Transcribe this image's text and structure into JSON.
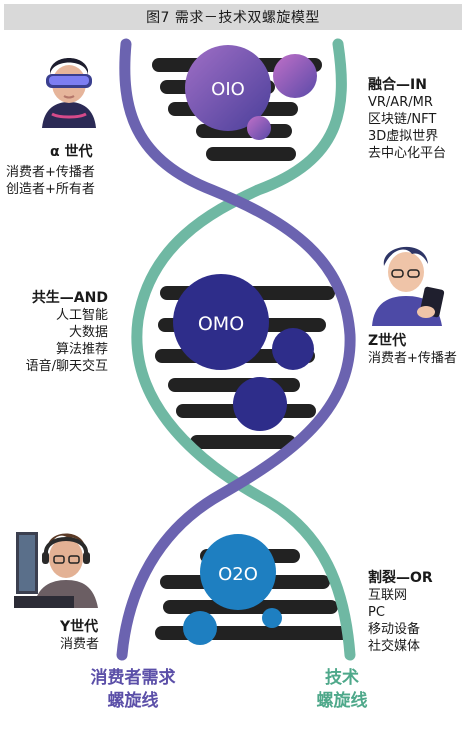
{
  "title": "图7 需求－技术双螺旋模型",
  "hubs": {
    "oio": "OIO",
    "omo": "OMO",
    "o2o": "O2O"
  },
  "alpha": {
    "heading": "α 世代",
    "lines": [
      "消费者+传播者",
      "创造者+所有者"
    ]
  },
  "fusion": {
    "heading": "融合—IN",
    "lines": [
      "VR/AR/MR",
      "区块链/NFT",
      "3D虚拟世界",
      "去中心化平台"
    ]
  },
  "symbiosis": {
    "heading": "共生—AND",
    "lines": [
      "人工智能",
      "大数据",
      "算法推荐",
      "语音/聊天交互"
    ]
  },
  "z_gen": {
    "heading": "Z世代",
    "lines": [
      "消费者+传播者"
    ]
  },
  "split": {
    "heading": "割裂—OR",
    "lines": [
      "互联网",
      "PC",
      "移动设备",
      "社交媒体"
    ]
  },
  "y_gen": {
    "heading": "Y世代",
    "lines": [
      "消费者"
    ]
  },
  "bottom": {
    "left_line1": "消费者需求",
    "left_line2": "螺旋线",
    "right_line1": "技术",
    "right_line2": "螺旋线"
  },
  "colors": {
    "demand_strand": "#6b63b0",
    "tech_strand": "#6fb8a3",
    "rung": "#222222",
    "oio_circle": "#7a52a8",
    "omo_circle": "#2e2d8a",
    "o2o_circle": "#1e7fc1",
    "label_demand": "#5b4fa8",
    "label_tech": "#4ea88a"
  }
}
